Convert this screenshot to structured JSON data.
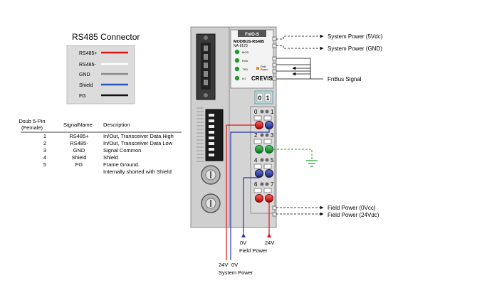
{
  "connector": {
    "title": "RS485 Connector",
    "wires": [
      {
        "label": "RS485+",
        "color": "#e01515"
      },
      {
        "label": "RS485-",
        "color": "#ffffff"
      },
      {
        "label": "GND",
        "color": "#8a8a8a"
      },
      {
        "label": "Shield",
        "color": "#2a55b8"
      },
      {
        "label": "FG",
        "color": "#111111"
      }
    ]
  },
  "pin_table": {
    "headers": [
      "Dsub 5-Pin\n(Female)",
      "SignalName",
      "Description"
    ],
    "rows": [
      [
        "1",
        "RS485+",
        "In/Out, Transceiver Data High"
      ],
      [
        "2",
        "RS485-",
        "In/Out, Transceiver Data Low"
      ],
      [
        "3",
        "GND",
        "Signal Common"
      ],
      [
        "4",
        "Shield",
        "Shield"
      ],
      [
        "5",
        "FG",
        "Frame Ground.\nInternally shorted with Shield"
      ]
    ]
  },
  "module": {
    "brand_tag": "FnIO-S",
    "model": "MODBUS-RS485",
    "part": "NA-9173",
    "leds": [
      "MOD",
      "RXD",
      "TXD",
      "I/O"
    ],
    "field_power_led": "Field\nPower",
    "brand": "CREVIS",
    "rotary_digits": [
      "0",
      "1"
    ],
    "terminal_labels": [
      "0",
      "1",
      "2",
      "3",
      "4",
      "5",
      "6",
      "7"
    ]
  },
  "annotations": {
    "system_power_5v": "System Power (5Vdc)",
    "system_power_gnd": "System Power (GND)",
    "fnbus": "FnBus Signal",
    "field_power_0v": "Field Power (0Vcc)",
    "field_power_24v": "Field Power (24Vdc)",
    "field_v_0v": "0V",
    "field_v_24v": "24V",
    "field_power_caption": "Field Power",
    "sys_v_24v": "24V",
    "sys_v_0v": "0V",
    "system_power_caption": "System Power"
  },
  "colors": {
    "red": "#e01515",
    "blue": "#2a35a8",
    "green": "#1f9a2a",
    "module_gray": "#c9c9c9"
  }
}
